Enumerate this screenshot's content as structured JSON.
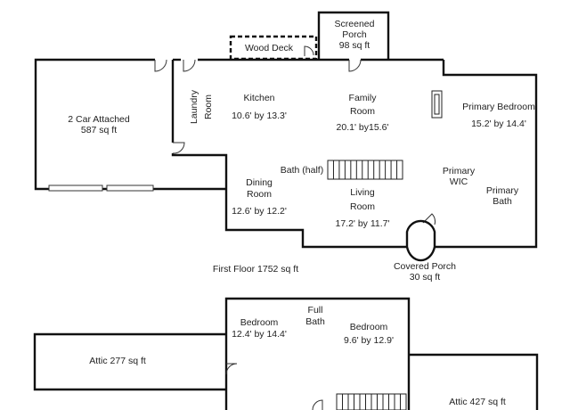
{
  "floor_plan": {
    "first_floor": {
      "garage": {
        "name": "2 Car Attached",
        "area": "587 sq ft"
      },
      "wood_deck": "Wood Deck",
      "screened_porch": {
        "name_1": "Screened",
        "name_2": "Porch",
        "area": "98 sq ft"
      },
      "laundry": {
        "name_1": "Laundry",
        "name_2": "Room"
      },
      "kitchen": {
        "name": "Kitchen",
        "dims": "10.6' by 13.3'"
      },
      "family_room": {
        "name_1": "Family",
        "name_2": "Room",
        "dims": "20.1' by15.6'"
      },
      "primary_bedroom": {
        "name": "Primary Bedroom",
        "dims": "15.2' by 14.4'"
      },
      "half_bath": "Bath (half)",
      "primary_wic": {
        "name_1": "Primary",
        "name_2": "WIC"
      },
      "primary_bath": {
        "name_1": "Primary",
        "name_2": "Bath"
      },
      "dining_room": {
        "name_1": "Dining",
        "name_2": "Room",
        "dims": "12.6' by 12.2'"
      },
      "living_room": {
        "name_1": "Living",
        "name_2": "Room",
        "dims": "17.2' by 11.7'"
      },
      "covered_porch": {
        "name": "Covered Porch",
        "area": "30 sq ft"
      },
      "floor_total": "First Floor 1752 sq ft"
    },
    "second_floor": {
      "attic_left": "Attic 277 sq ft",
      "bedroom_1": {
        "name": "Bedroom",
        "dims": "12.4' by 14.4'"
      },
      "full_bath": {
        "name_1": "Full",
        "name_2": "Bath"
      },
      "bedroom_2": {
        "name": "Bedroom",
        "dims": "9.6' by 12.9'"
      },
      "attic_right": "Attic 427 sq ft"
    }
  }
}
